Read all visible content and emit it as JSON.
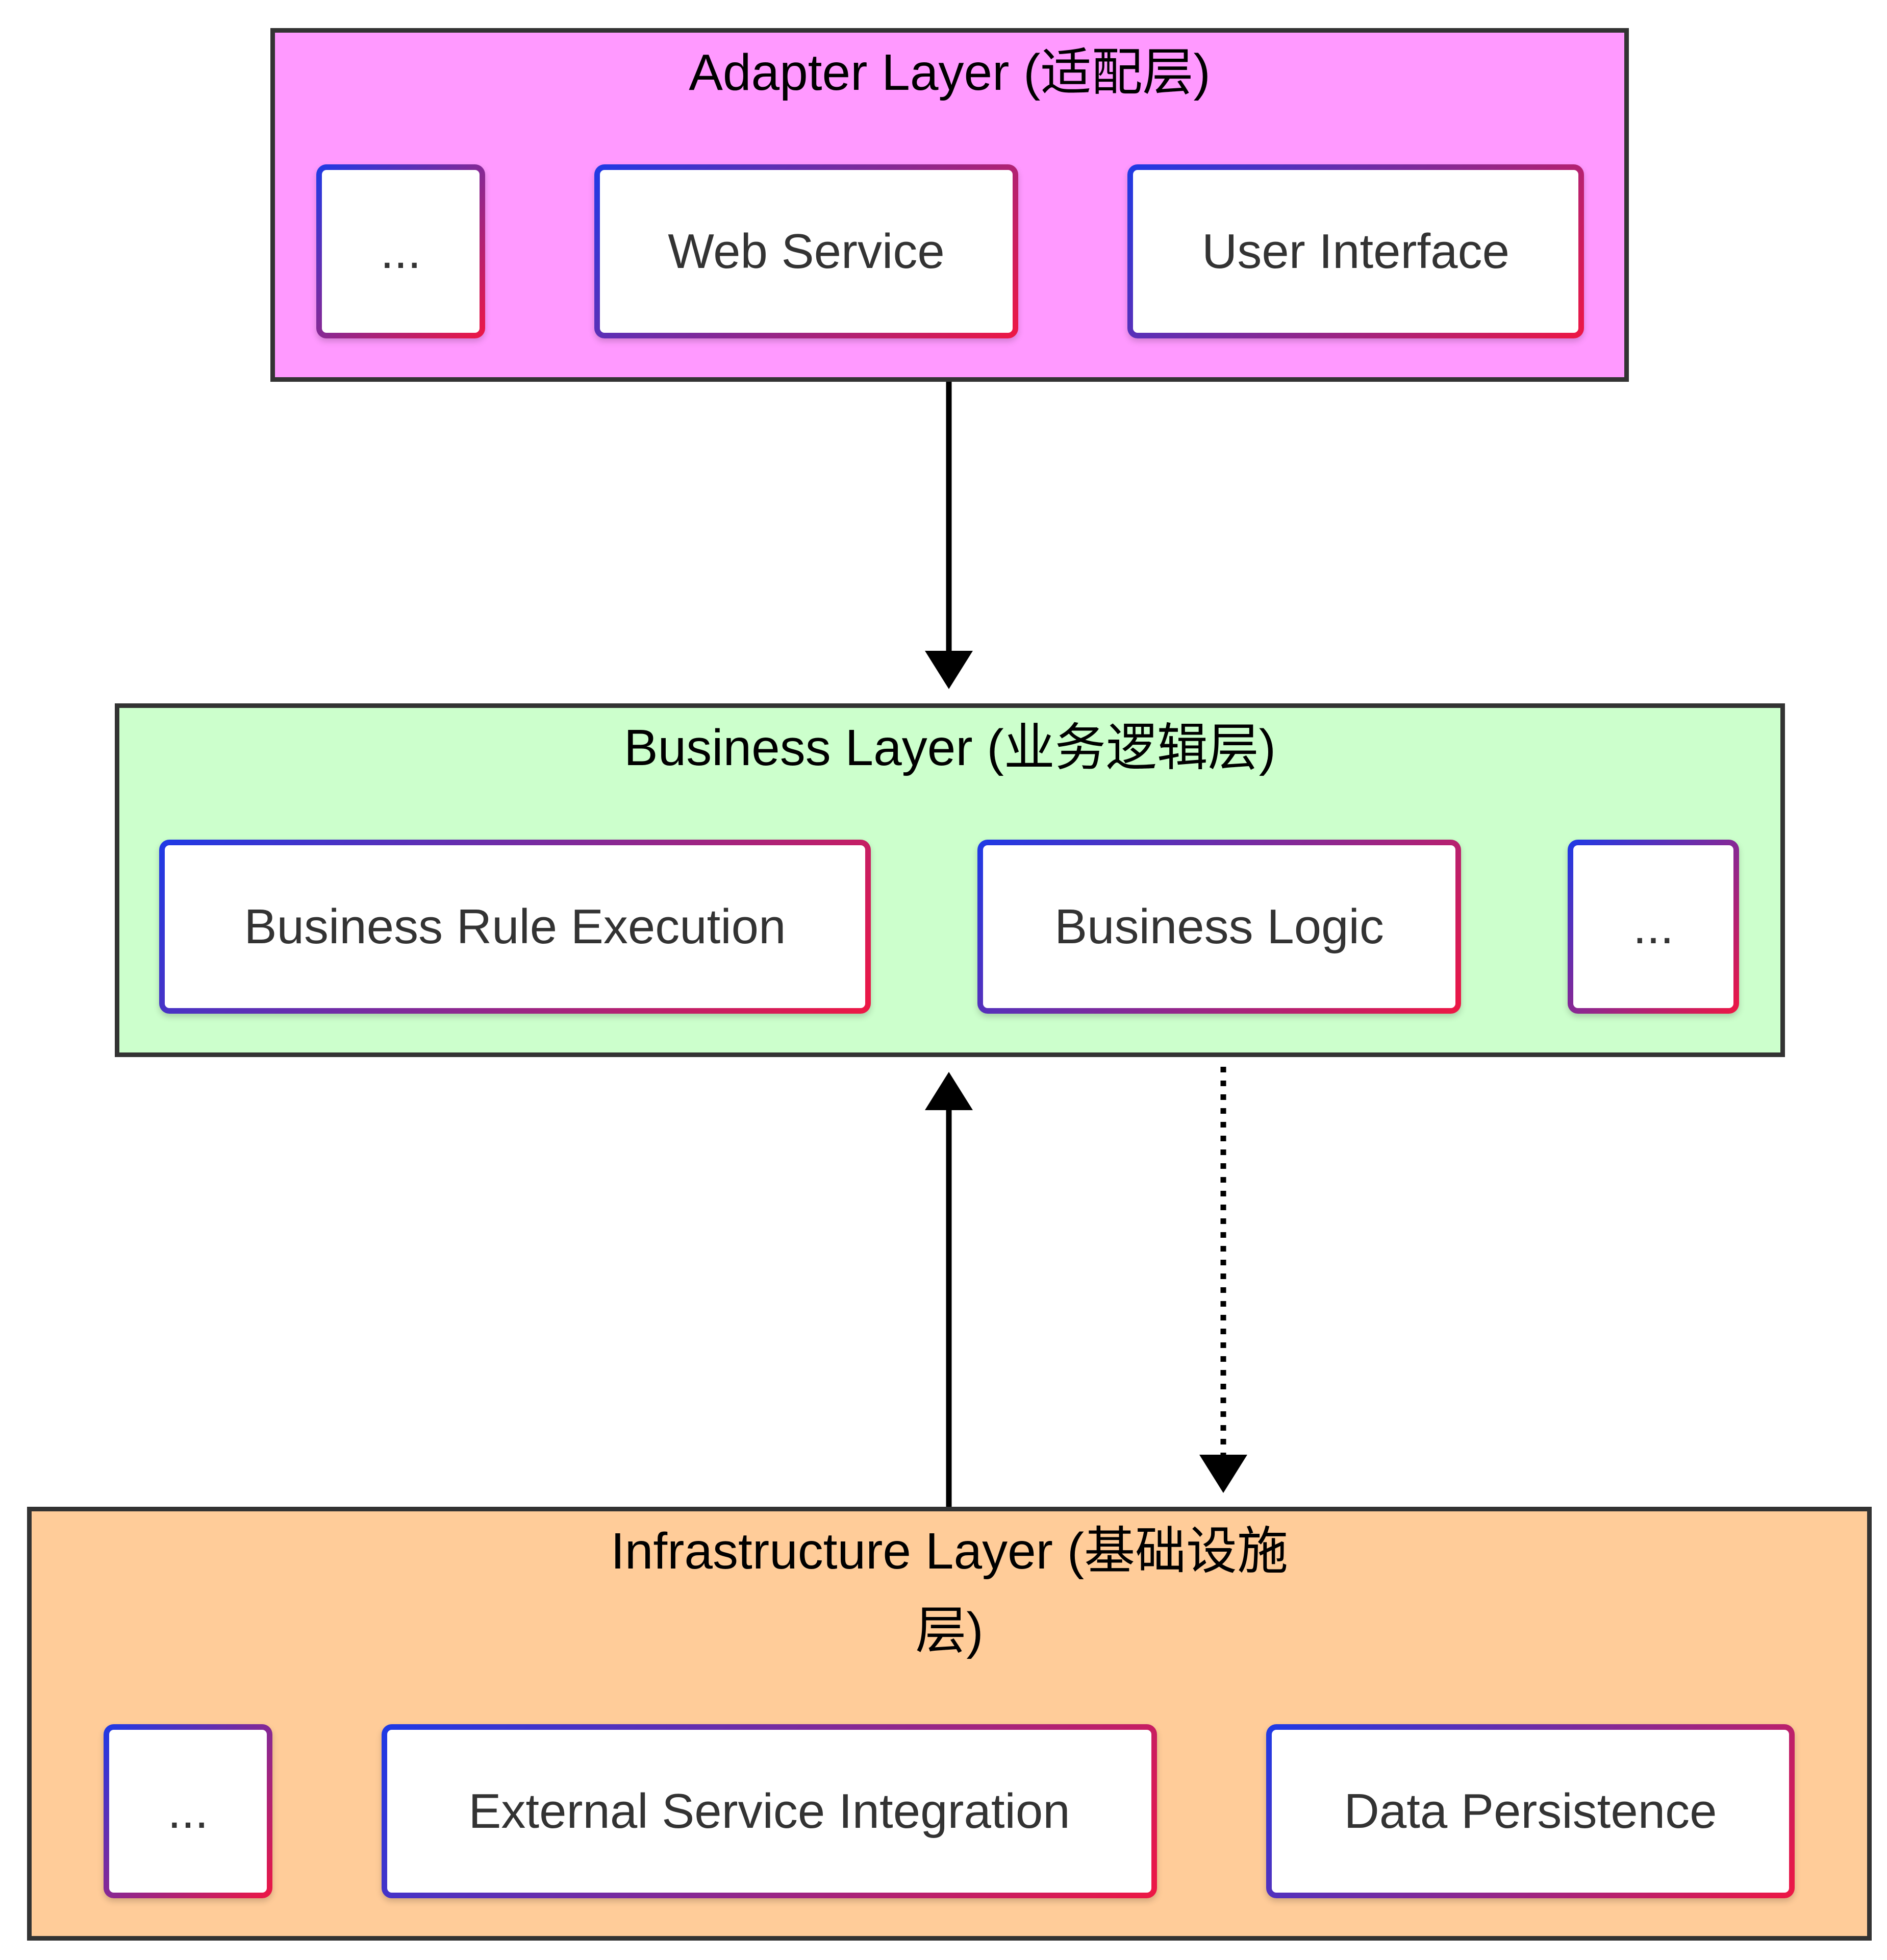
{
  "colors": {
    "adapter_fill": "#ff99ff",
    "business_fill": "#ccffcc",
    "infrastructure_fill": "#ffcc99",
    "layer_border": "#333333",
    "node_gradient_start": "#1e3ae6",
    "node_gradient_end": "#ee1744",
    "edge": "#000000"
  },
  "layers": {
    "adapter": {
      "title": "Adapter Layer (适配层)",
      "nodes": [
        "...",
        "Web Service",
        "User Interface"
      ]
    },
    "business": {
      "title": "Business Layer (业务逻辑层)",
      "nodes": [
        "Business Rule Execution",
        "Business Logic",
        "..."
      ]
    },
    "infrastructure": {
      "title_line1": "Infrastructure Layer (基础设施",
      "title_line2": "层)",
      "nodes": [
        "...",
        "External Service Integration",
        "Data Persistence"
      ]
    }
  },
  "edges": [
    {
      "from": "adapter",
      "to": "business",
      "style": "solid"
    },
    {
      "from": "infrastructure",
      "to": "business",
      "style": "solid"
    },
    {
      "from": "business",
      "to": "infrastructure",
      "style": "dotted"
    }
  ]
}
